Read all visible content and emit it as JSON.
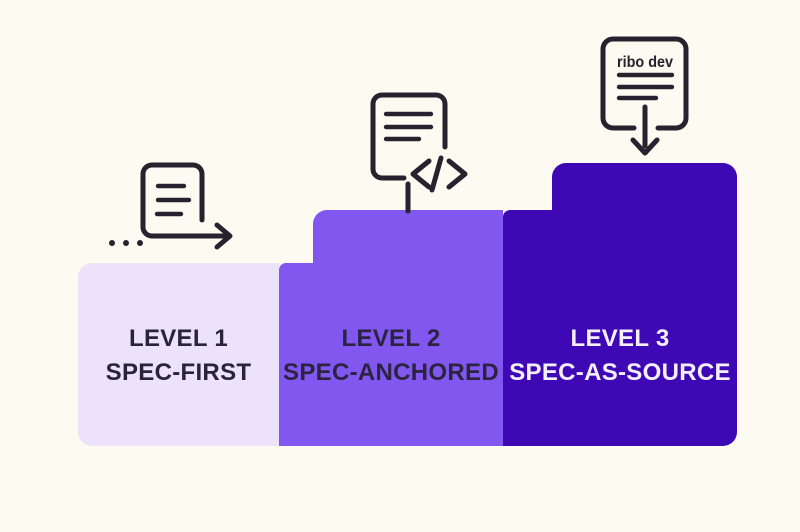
{
  "canvas": {
    "background": "#FDFAF2"
  },
  "icon_stroke": "#26222E",
  "levels": [
    {
      "title": "LEVEL 1",
      "subtitle": "SPEC-FIRST",
      "block_color": "#ECE2F9",
      "text_color": "#2A2438"
    },
    {
      "title": "LEVEL 2",
      "subtitle": "SPEC-ANCHORED",
      "block_color": "#8257F0",
      "text_color": "#2A2440"
    },
    {
      "title": "LEVEL 3",
      "subtitle": "SPEC-AS-SOURCE",
      "block_color": "#3E08B5",
      "text_color": "#F4F0FB"
    }
  ],
  "icons": {
    "level1": {
      "name": "document-arrow-right-icon"
    },
    "level2": {
      "name": "document-code-icon"
    },
    "level3": {
      "name": "document-ribo-dev-icon",
      "label": "ribo dev"
    },
    "ellipsis": {
      "name": "ellipsis-icon",
      "glyph": "..."
    }
  }
}
